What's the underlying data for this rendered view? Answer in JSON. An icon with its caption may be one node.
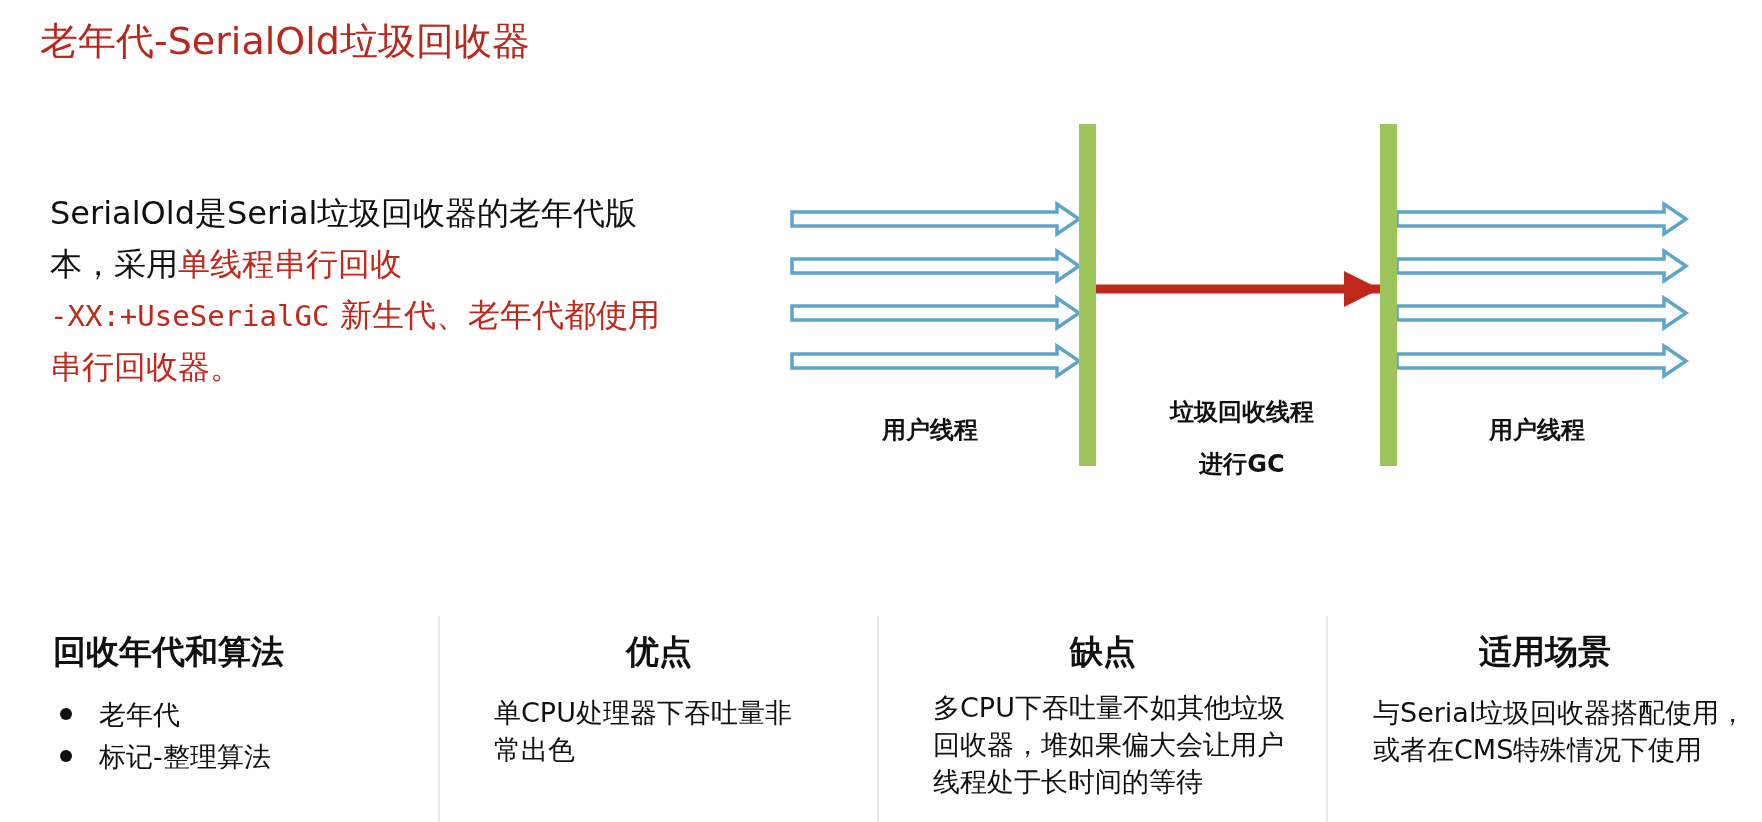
{
  "diagram": {
    "title": "老年代-SerialOld垃圾回收器",
    "nodes": [
      {
        "text": [],
        "shape": "bar"
      },
      {
        "text": [],
        "shape": "bar"
      }
    ],
    "edges": [
      {
        "from": null,
        "to": 0,
        "arrow": "to"
      },
      {
        "from": null,
        "to": 0,
        "arrow": "to"
      },
      {
        "from": null,
        "to": 0,
        "arrow": "to"
      },
      {
        "from": null,
        "to": 0,
        "arrow": "to"
      },
      {
        "from": 0,
        "to": 1,
        "arrow": "to",
        "color": "#c0281c"
      },
      {
        "from": 1,
        "to": null,
        "arrow": "to"
      },
      {
        "from": 1,
        "to": null,
        "arrow": "to"
      },
      {
        "from": 1,
        "to": null,
        "arrow": "to"
      },
      {
        "from": 1,
        "to": null,
        "arrow": "to"
      }
    ],
    "labels": [
      "SerialOld是Serial垃圾回收器的老年代版本，采用",
      "单线程串行回收",
      "-XX:+UseSerialGC",
      "新生代、老年代都使用串行回收器。",
      "用户线程",
      "垃圾回收线程",
      "进行GC",
      "用户线程",
      "回收年代和算法",
      "优点",
      "缺点",
      "适用场景",
      "老年代",
      "标记-整理算法",
      "单CPU处理器下吞吐量非常出色",
      "多CPU下吞吐量不如其他垃圾回收器，堆如果偏大会让用户线程处于长时间的等待",
      "与Serial垃圾回收器搭配使用，或者在CMS特殊情况下使用"
    ]
  }
}
